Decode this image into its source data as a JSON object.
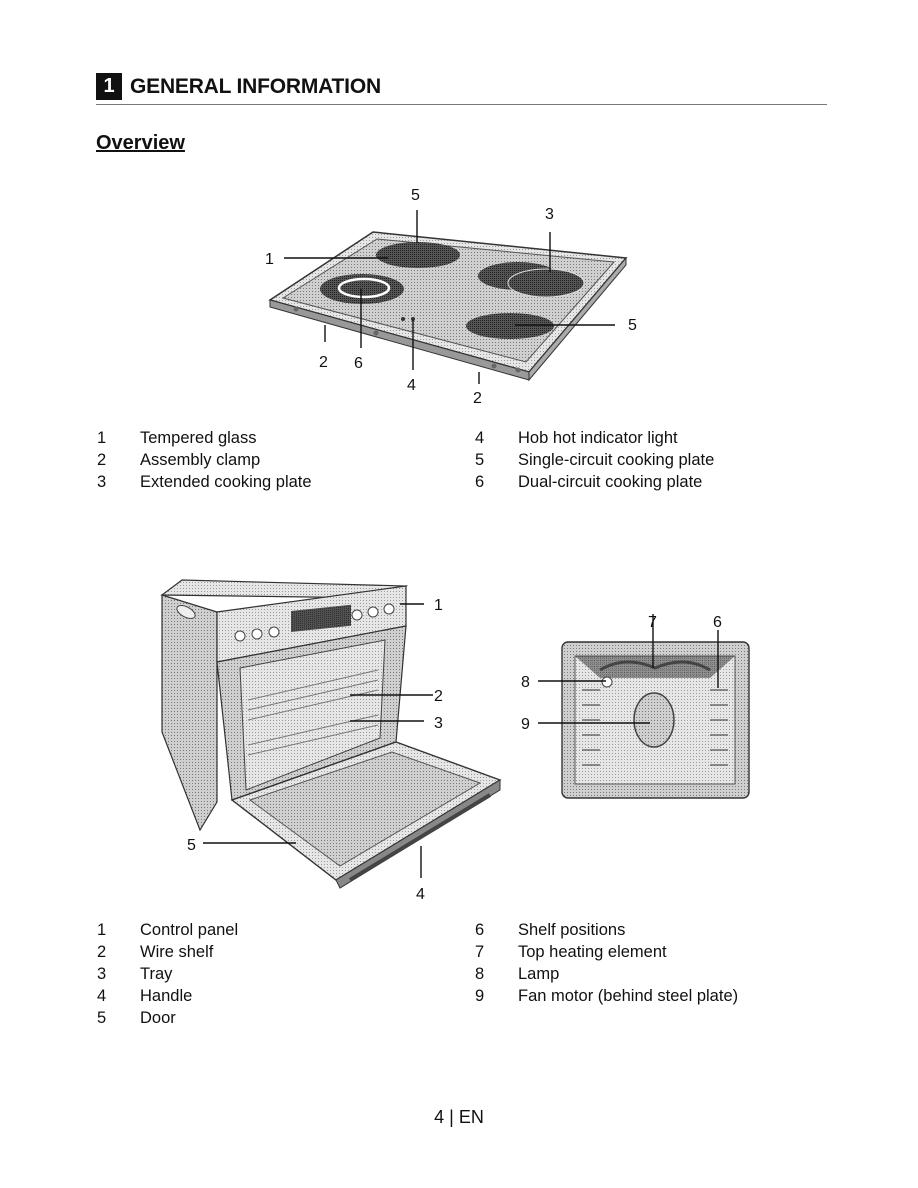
{
  "section": {
    "number": "1",
    "title": "GENERAL INFORMATION"
  },
  "subtitle": "Overview",
  "hob": {
    "callouts": [
      "5",
      "3",
      "1",
      "5",
      "2",
      "6",
      "4",
      "2"
    ],
    "legend_left": [
      {
        "num": "1",
        "text": "Tempered glass"
      },
      {
        "num": "2",
        "text": "Assembly clamp"
      },
      {
        "num": "3",
        "text": "Extended cooking plate"
      }
    ],
    "legend_right": [
      {
        "num": "4",
        "text": "Hob hot indicator light"
      },
      {
        "num": "5",
        "text": "Single-circuit cooking plate"
      },
      {
        "num": "6",
        "text": "Dual-circuit cooking plate"
      }
    ]
  },
  "oven": {
    "callouts": [
      "1",
      "2",
      "3",
      "5",
      "4"
    ],
    "interior_callouts": [
      "7",
      "6",
      "8",
      "9"
    ],
    "legend_left": [
      {
        "num": "1",
        "text": "Control panel"
      },
      {
        "num": "2",
        "text": "Wire shelf"
      },
      {
        "num": "3",
        "text": "Tray"
      },
      {
        "num": "4",
        "text": "Handle"
      },
      {
        "num": "5",
        "text": "Door"
      }
    ],
    "legend_right": [
      {
        "num": "6",
        "text": "Shelf positions"
      },
      {
        "num": "7",
        "text": "Top heating element"
      },
      {
        "num": "8",
        "text": "Lamp"
      },
      {
        "num": "9",
        "text": "Fan motor (behind steel plate)"
      }
    ]
  },
  "footer": {
    "page": "4",
    "separator": "|",
    "lang": "EN"
  }
}
